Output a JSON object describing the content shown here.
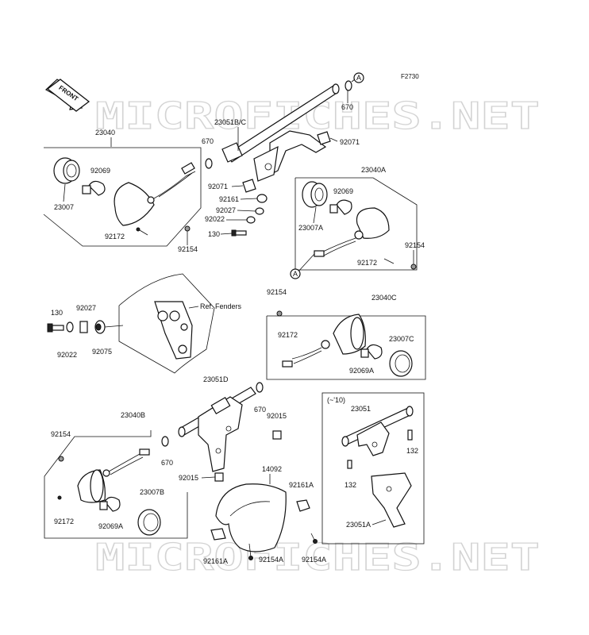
{
  "figure_code": "F2730",
  "front_label": "FRONT",
  "ref_fenders": "Ref. Fenders",
  "variant_note": "(~'10)",
  "callout_a": "A",
  "watermark": "MICROFICHES.NET",
  "labels": {
    "p23040": "23040",
    "p23040a": "23040A",
    "p23040b": "23040B",
    "p23040c": "23040C",
    "p23007": "23007",
    "p23007a": "23007A",
    "p23007b": "23007B",
    "p23007c": "23007C",
    "p23051bc": "23051B/C",
    "p23051d": "23051D",
    "p23051": "23051",
    "p23051a": "23051A",
    "p92069_1": "92069",
    "p92069_2": "92069",
    "p92069a_1": "92069A",
    "p92069a_2": "92069A",
    "p670_1": "670",
    "p670_2": "670",
    "p670_3": "670",
    "p670_4": "670",
    "p92071_1": "92071",
    "p92071_2": "92071",
    "p92161_1": "92161",
    "p92161a_1": "92161A",
    "p92161a_2": "92161A",
    "p92027_1": "92027",
    "p92027_2": "92027",
    "p92022_1": "92022",
    "p92022_2": "92022",
    "p130_1": "130",
    "p130_2": "130",
    "p92172_1": "92172",
    "p92172_2": "92172",
    "p92172_3": "92172",
    "p92172_4": "92172",
    "p92154_1": "92154",
    "p92154_2": "92154",
    "p92154_3": "92154",
    "p92154_4": "92154",
    "p92154a_1": "92154A",
    "p92154a_2": "92154A",
    "p92075": "92075",
    "p92015_1": "92015",
    "p92015_2": "92015",
    "p14092": "14092",
    "p132_1": "132",
    "p132_2": "132"
  }
}
